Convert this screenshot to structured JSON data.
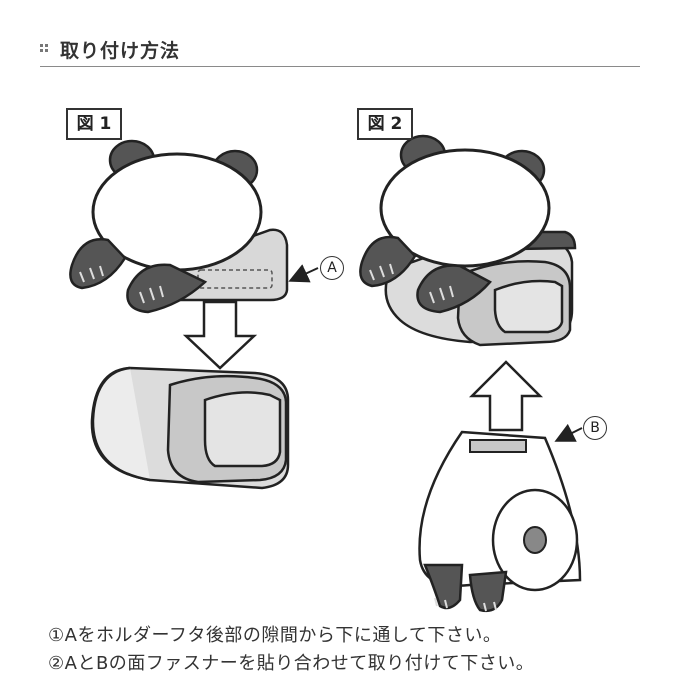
{
  "header": {
    "title": "取り付け方法",
    "icon": "grid-bullet-icon"
  },
  "figures": [
    {
      "label": "図 1",
      "callout": "A"
    },
    {
      "label": "図 2",
      "callout": "B"
    }
  ],
  "instructions": [
    "①Aをホルダーフタ後部の隙間から下に通して下さい。",
    "②AとBの面ファスナーを貼り合わせて取り付けて下さい。"
  ],
  "colors": {
    "outline": "#222222",
    "panda_dark": "#555555",
    "cover_gray": "#c8c8c8",
    "light_gray": "#e4e4e4"
  }
}
